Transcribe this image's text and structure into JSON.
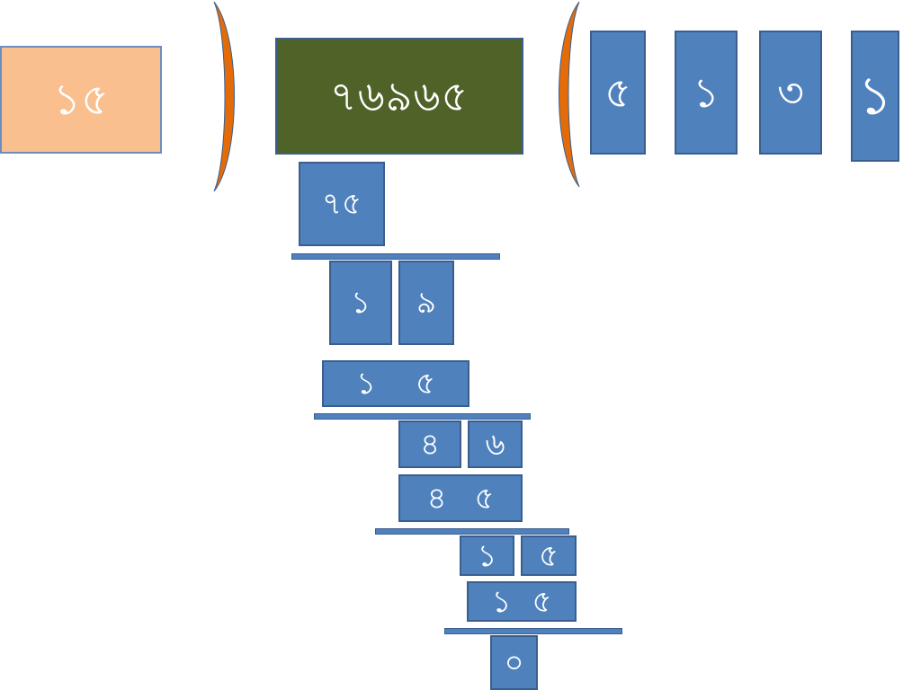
{
  "divisor": "১৫",
  "dividend": "৭৬৯৬৫",
  "quotient": [
    "৫",
    "১",
    "৩",
    "১"
  ],
  "steps": [
    {
      "id": "sub1",
      "digits": [
        "৭৫"
      ]
    },
    {
      "id": "rem1",
      "digits": [
        "১",
        "৯"
      ]
    },
    {
      "id": "sub2",
      "digits": [
        "১",
        "৫"
      ]
    },
    {
      "id": "rem2",
      "digits": [
        "৪",
        "৬"
      ]
    },
    {
      "id": "sub3",
      "digits": [
        "৪",
        "৫"
      ]
    },
    {
      "id": "rem3",
      "digits": [
        "১",
        "৫"
      ]
    },
    {
      "id": "sub4",
      "digits": [
        "১",
        "৫"
      ]
    },
    {
      "id": "rem4",
      "digits": [
        "০"
      ]
    }
  ],
  "colors": {
    "paren": "#e36c09",
    "box": "#4f81bd",
    "divisor_fill": "#f9bf8f",
    "dividend_fill": "#4f6228"
  }
}
